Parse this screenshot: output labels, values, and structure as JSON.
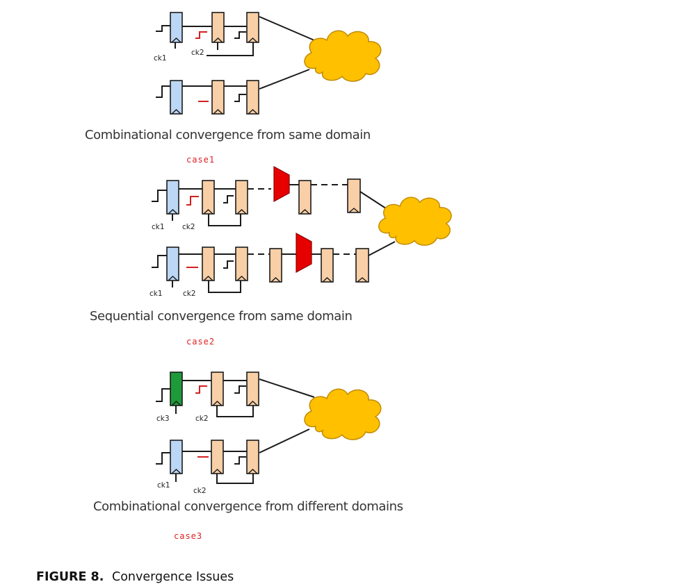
{
  "colors": {
    "peach_ff": "#f8cfa6",
    "blue_ff": "#bcd6f5",
    "green_ff": "#1f9a3a",
    "cloud": "#ffc000",
    "cloud_outline": "#c08a00",
    "mux": "#e60000",
    "red_signal": "#d41f1f",
    "wire": "#1a1a1a"
  },
  "case1": {
    "caption": "Combinational convergence from same domain",
    "tag": "case1",
    "clock_labels": [
      "ck1",
      "ck2"
    ]
  },
  "case2": {
    "caption": "Sequential convergence from same domain",
    "tag": "case2",
    "clock_labels_top": [
      "ck1",
      "ck2"
    ],
    "clock_labels_bottom": [
      "ck1",
      "ck2"
    ]
  },
  "case3": {
    "caption": "Combinational convergence from different domains",
    "tag": "case3",
    "clock_labels_top": [
      "ck3",
      "ck2"
    ],
    "clock_labels_bottom": [
      "ck1",
      "ck2"
    ]
  },
  "figure": {
    "number": "FIGURE 8.",
    "title": "Convergence Issues"
  }
}
